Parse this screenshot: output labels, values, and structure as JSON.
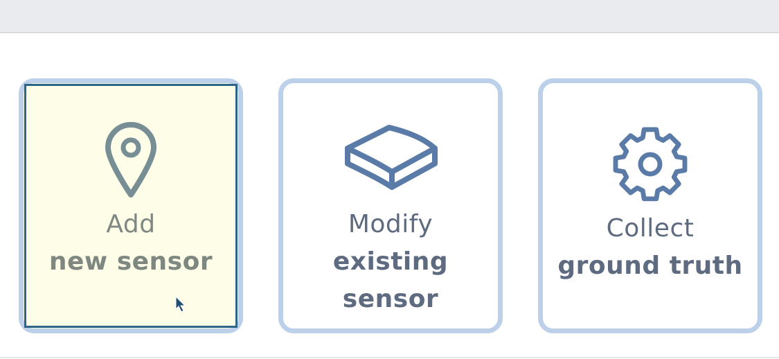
{
  "options": [
    {
      "icon": "map-pin-icon",
      "line1": "Add",
      "line2": "new sensor",
      "selected": true,
      "text_color": "#7f8781",
      "icon_color": "#778e95"
    },
    {
      "icon": "sensor-box-icon",
      "line1": "Modify",
      "line2": "existing sensor",
      "selected": false,
      "text_color": "#5d6a80",
      "icon_color": "#5a7aa8"
    },
    {
      "icon": "gear-icon",
      "line1": "Collect",
      "line2": "ground truth",
      "selected": false,
      "text_color": "#5d6a80",
      "icon_color": "#5a7aa8"
    }
  ],
  "colors": {
    "card_border": "#bcd0ea",
    "selected_outline": "#2d6588",
    "selected_fill": "#fdfde8",
    "top_bar": "#e9ebee",
    "cursor": "#1f4f73"
  }
}
